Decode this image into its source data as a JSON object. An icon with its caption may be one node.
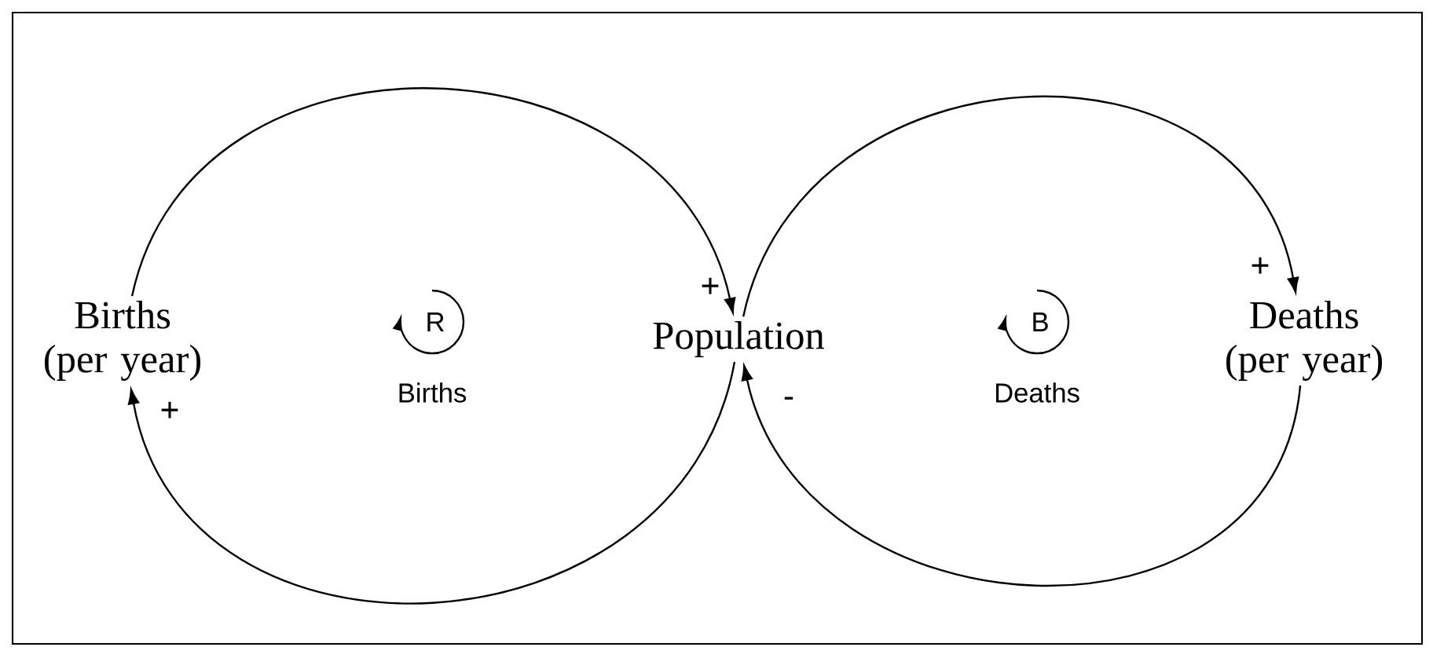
{
  "diagram": {
    "nodes": [
      {
        "text": [
          "Births (per year)"
        ]
      },
      {
        "text": [
          "Population"
        ]
      },
      {
        "text": [
          "Deaths (per year)"
        ]
      }
    ],
    "edges": [
      {
        "from": 0,
        "to": 1,
        "arrow": "to",
        "label": "+"
      },
      {
        "from": 1,
        "to": 0,
        "arrow": "to",
        "label": "+"
      },
      {
        "from": 1,
        "to": 2,
        "arrow": "to",
        "label": "+"
      },
      {
        "from": 2,
        "to": 1,
        "arrow": "to",
        "label": "-"
      }
    ],
    "labels": [
      "R",
      "Births",
      "B",
      "Deaths"
    ]
  }
}
